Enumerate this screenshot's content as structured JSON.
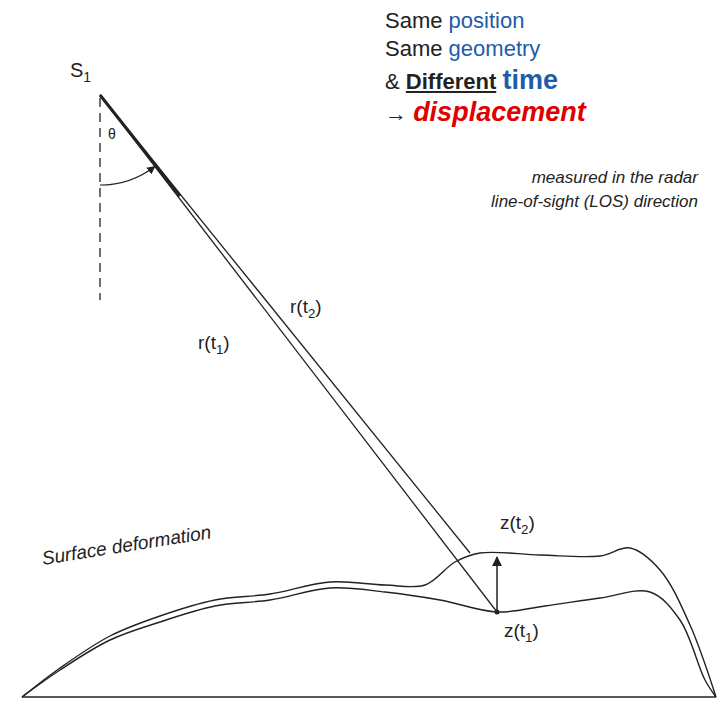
{
  "diagram": {
    "labels": [
      "Same position",
      "Same geometry",
      "& Different time",
      "→ displacement",
      "measured in the radar",
      "line-of-sight (LOS) direction",
      "S1",
      "θ",
      "r(t1)",
      "r(t2)",
      "z(t2)",
      "z(t1)",
      "Surface deformation"
    ]
  }
}
